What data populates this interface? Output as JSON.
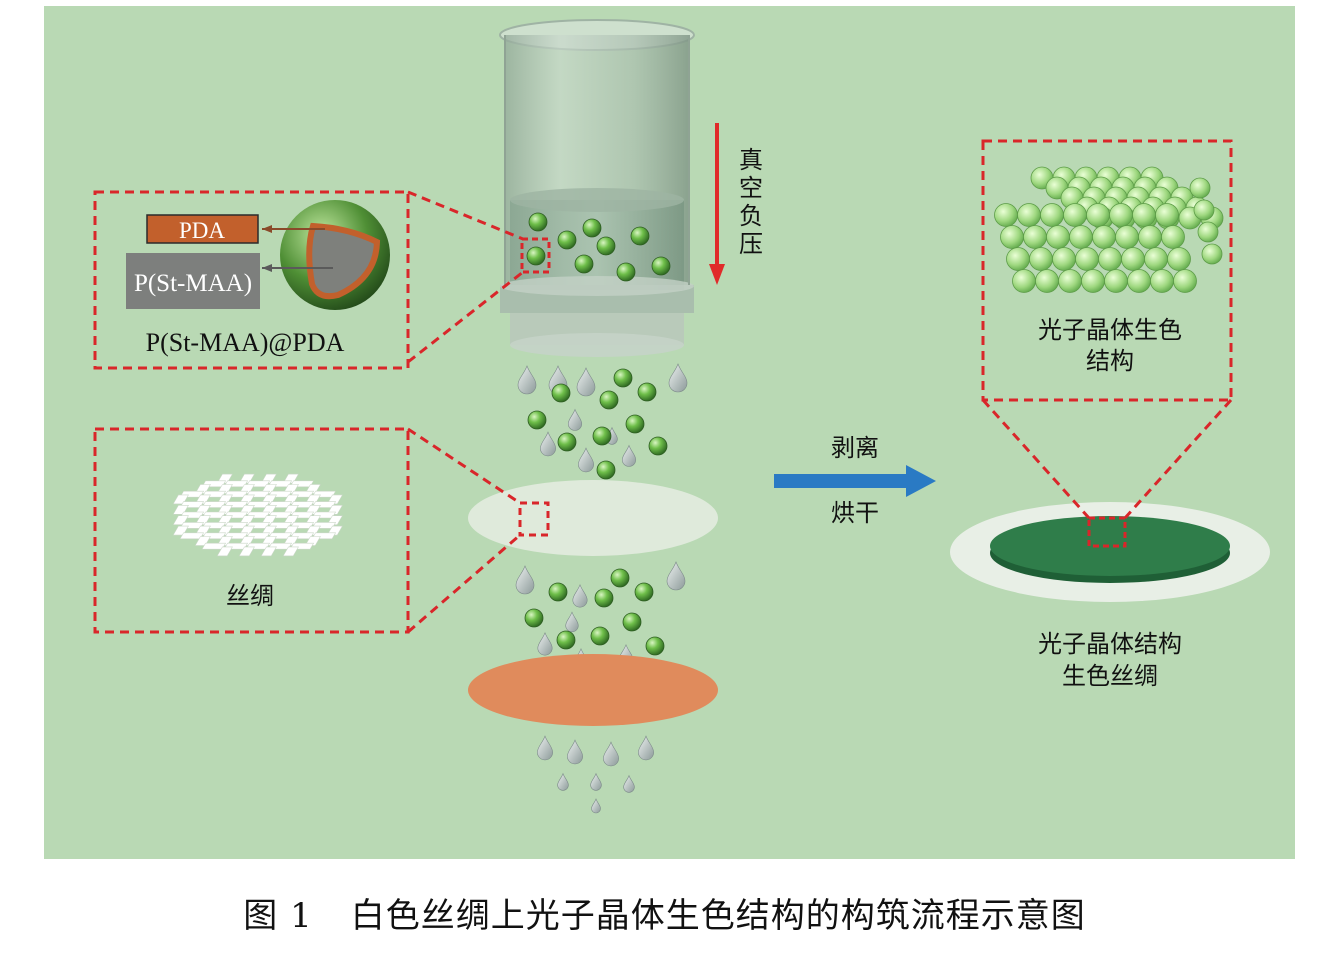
{
  "figure": {
    "number": "图 1",
    "title": "白色丝绸上光子晶体生色结构的构筑流程示意图"
  },
  "labels": {
    "pda": "PDA",
    "core": "P(St-MAA)",
    "particle": "P(St-MAA)@PDA",
    "vacuum_chars": [
      "真",
      "空",
      "负",
      "压"
    ],
    "silk": "丝绸",
    "peel": "剥离",
    "dry": "烘干",
    "structure_lines": [
      "光子晶体生色",
      "结构"
    ],
    "product_lines": [
      "光子晶体结构",
      "生色丝绸"
    ]
  },
  "colors": {
    "background": "#b9d9b4",
    "dashed_box": "#d9262a",
    "pda_fill": "#c2602c",
    "core_fill": "#7d7f7d",
    "vacuum_arrow": "#e02a2a",
    "process_arrow": "#2a7ac4",
    "filter_disc": "#e08b5c",
    "silk_disc": "#dfeadb",
    "product_disc": "#2f7d4a"
  }
}
